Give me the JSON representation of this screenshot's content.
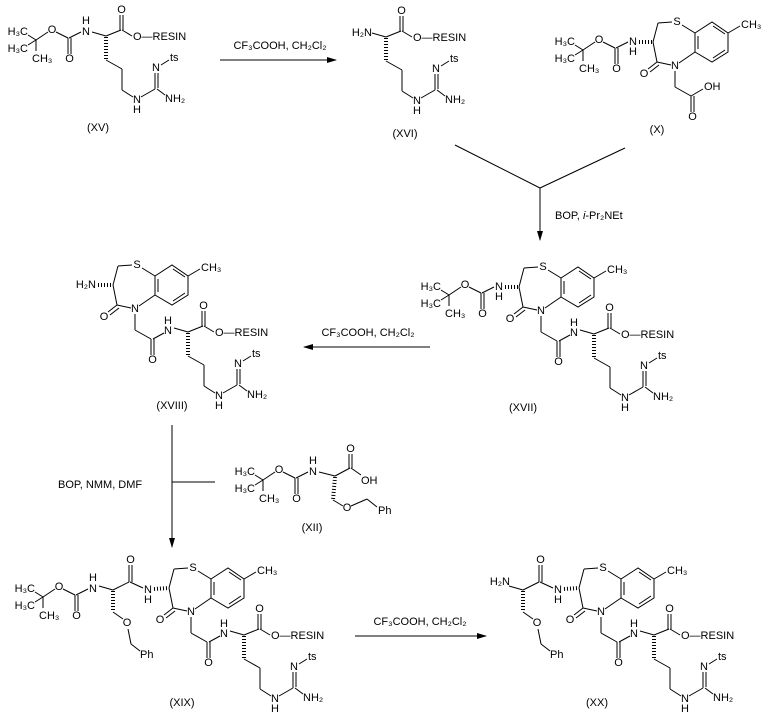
{
  "compounds": {
    "XV": "(XV)",
    "XVI": "(XVI)",
    "X": "(X)",
    "XVII": "(XVII)",
    "XVIII": "(XVIII)",
    "XII": "(XII)",
    "XIX": "(XIX)",
    "XX": "(XX)"
  },
  "atoms": {
    "resin": "O—RESIN",
    "ts": "ts",
    "nh2": "NH₂",
    "n": "N",
    "h": "H",
    "o": "O",
    "oh": "OH",
    "s": "S",
    "h3c": "H₃C",
    "ch3": "CH₃",
    "h2n": "H₂N",
    "ph": "Ph"
  },
  "reagents": {
    "step1": "CF₃COOH, CH₂Cl₂",
    "step2_prefix": "BOP, ",
    "step2_italic": "i",
    "step2_suffix": "-Pr₂NEt",
    "step3": "CF₃COOH, CH₂Cl₂",
    "step4": "BOP, NMM, DMF",
    "step5": "CF₃COOH, CH₂Cl₂"
  }
}
